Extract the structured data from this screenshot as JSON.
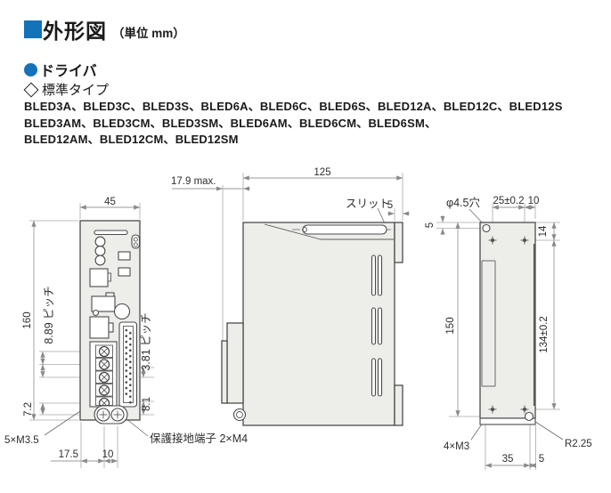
{
  "header": {
    "accent_color": "#1372b8",
    "title": "外形図",
    "unit": "（単位 mm）",
    "driver_heading": "ドライバ",
    "type_heading": "標準タイプ",
    "models": [
      "BLED3A、BLED3C、BLED3S、BLED6A、BLED6C、BLED6S、BLED12A、BLED12C、BLED12S",
      "BLED3AM、BLED3CM、BLED3SM、BLED6AM、BLED6CM、BLED6SM、",
      "BLED12AM、BLED12CM、BLED12SM"
    ]
  },
  "front": {
    "dim_width": "45",
    "dim_height": "160",
    "pitch_left": "8.89 ピッチ",
    "dim_7_2": "7.2",
    "pitch_right": "3.81 ピッチ",
    "dim_8_1": "8.1",
    "label_screws": "5×M3.5",
    "dim_17_5": "17.5",
    "dim_10": "10",
    "label_earth": "保護接地端子 2×M4"
  },
  "side": {
    "dim_depth_max": "17.9 max.",
    "dim_depth": "125",
    "label_slit": "スリット",
    "dim_slit_edge": "5"
  },
  "back": {
    "label_hole": "φ4.5穴",
    "dim_hole_pitch_h": "25±0.2",
    "dim_edge_offset": "10",
    "dim_top_offset": "5",
    "dim_14": "14",
    "dim_150": "150",
    "dim_hole_pitch_v": "134±0.2",
    "label_screw_holes": "4×M3",
    "label_radius": "R2.25",
    "dim_35": "35",
    "dim_5": "5"
  }
}
